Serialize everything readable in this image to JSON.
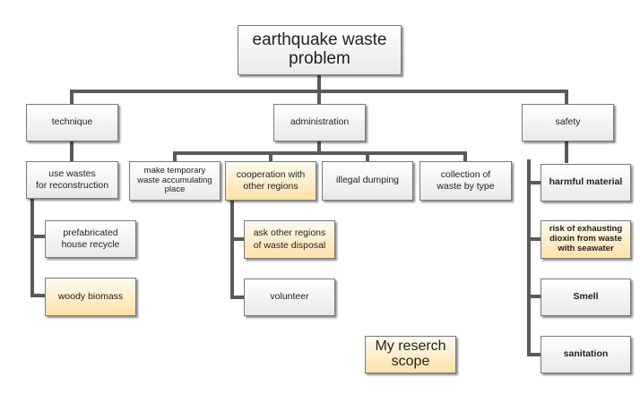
{
  "root": {
    "label": "earthquake waste\nproblem"
  },
  "categories": {
    "technique": {
      "label": "technique",
      "children": [
        {
          "label": "use wastes\nfor reconstruction",
          "highlight": false
        },
        {
          "label": "prefabricated\nhouse recycle",
          "highlight": false
        },
        {
          "label": "woody biomass",
          "highlight": true
        }
      ]
    },
    "administration": {
      "label": "administration",
      "children": [
        {
          "label": "make temporary\nwaste accumulating\nplace",
          "highlight": false
        },
        {
          "label": "cooperation with\nother regions",
          "highlight": true
        },
        {
          "label": "illegal dumping",
          "highlight": false
        },
        {
          "label": "collection of\nwaste by type",
          "highlight": false
        },
        {
          "label": "ask other regions\nof waste disposal",
          "highlight": true
        },
        {
          "label": "volunteer",
          "highlight": false
        }
      ]
    },
    "safety": {
      "label": "safety",
      "children": [
        {
          "label": "harmful material",
          "highlight": false
        },
        {
          "label": "risk of exhausting\ndioxin from waste\nwith seawater",
          "highlight": true
        },
        {
          "label": "Smell",
          "highlight": false
        },
        {
          "label": "sanitation",
          "highlight": false
        }
      ]
    }
  },
  "legend": {
    "label": "My reserch\nscope"
  },
  "colors": {
    "connector": "#5a5a5a",
    "highlight_fill": "#fde2a9",
    "normal_fill": "#e9e9e9",
    "border": "#7a7a7a"
  }
}
